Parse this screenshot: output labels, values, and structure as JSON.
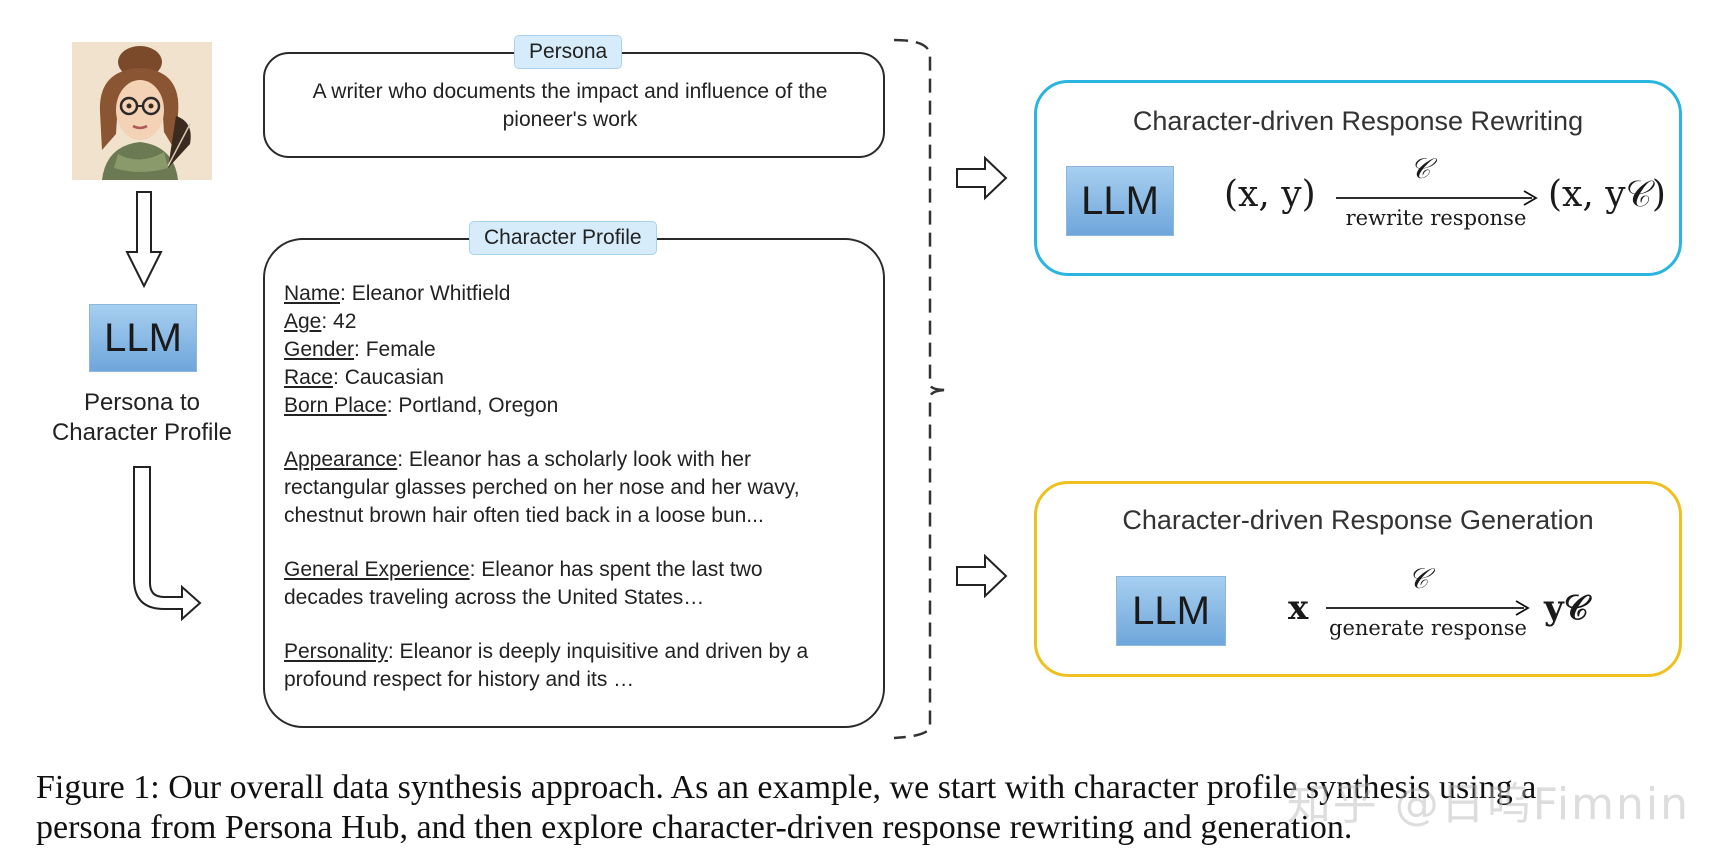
{
  "persona": {
    "tag": "Persona",
    "text_line1": "A writer who documents the impact and influence of the",
    "text_line2": "pioneer's work"
  },
  "left": {
    "llm_label": "LLM",
    "caption_line1": "Persona to",
    "caption_line2": "Character Profile"
  },
  "profile": {
    "tag": "Character Profile",
    "fields": [
      {
        "key": "Name",
        "value": ": Eleanor Whitfield"
      },
      {
        "key": "Age",
        "value": ": 42"
      },
      {
        "key": "Gender",
        "value": ": Female"
      },
      {
        "key": "Race",
        "value": ": Caucasian"
      },
      {
        "key": "Born Place",
        "value": ": Portland, Oregon"
      }
    ],
    "appearance": {
      "key": "Appearance",
      "line1": ": Eleanor has a scholarly look with her",
      "line2": "rectangular glasses perched on her nose and her wavy,",
      "line3": "chestnut brown hair often tied back in a loose bun..."
    },
    "experience": {
      "key": "General Experience",
      "line1": ": Eleanor has spent the last two",
      "line2": "decades traveling across the United States…"
    },
    "personality": {
      "key": "Personality",
      "line1": ": Eleanor is deeply inquisitive and driven by a",
      "line2": "profound respect for history and its …"
    }
  },
  "rewriting": {
    "title": "Character-driven Response Rewriting",
    "llm_label": "LLM",
    "lhs": "(x, y)",
    "over": "𝒞",
    "under": "rewrite response",
    "rhs": "(x, y𝒞)",
    "color": "#2ab4e0"
  },
  "generation": {
    "title": "Character-driven Response Generation",
    "llm_label": "LLM",
    "lhs": "x",
    "over": "𝒞",
    "under": "generate response",
    "rhs": "y𝒞",
    "color": "#f0c020"
  },
  "caption": {
    "line1": "Figure 1: Our overall data synthesis approach. As an example, we start with character profile synthesis using a",
    "line2": "persona from Persona Hub, and then explore character-driven response rewriting and generation."
  },
  "watermark": "知乎 @日呜Fimnin"
}
